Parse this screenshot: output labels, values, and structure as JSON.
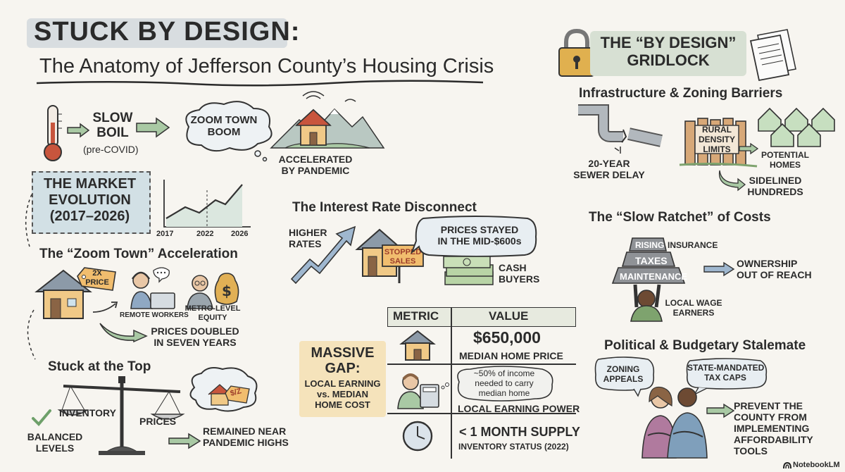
{
  "title": {
    "line1": "STUCK BY DESIGN:",
    "line2": "The Anatomy of Jefferson County’s Housing Crisis"
  },
  "intro": {
    "slow_boil": "SLOW\nBOIL",
    "pre_covid": "(pre-COVID)",
    "bubble": "ZOOM TOWN\nBOOM",
    "accelerated": "ACCELERATED\nBY PANDEMIC"
  },
  "market": {
    "box": "THE MARKET\nEVOLUTION\n(2017–2026)",
    "years": [
      "2017",
      "2022",
      "2026"
    ]
  },
  "zoom": {
    "heading": "The “Zoom Town” Acceleration",
    "tag": "2X\nPRICE",
    "remote": "REMOTE WORKERS",
    "equity": "METRO-LEVEL\nEQUITY",
    "doubled": "PRICES DOUBLED\nIN SEVEN YEARS"
  },
  "stuck": {
    "heading": "Stuck at the Top",
    "inventory": "INVENTORY",
    "prices": "PRICES",
    "balanced": "BALANCED\nLEVELS",
    "remained": "REMAINED NEAR\nPANDEMIC HIGHS",
    "tag": "$/Z"
  },
  "interest": {
    "heading": "The Interest Rate Disconnect",
    "higher": "HIGHER\nRATES",
    "sign": "STOPPED\nSALES",
    "bubble": "PRICES STAYED\nIN THE MID-$600s",
    "cash": "CASH\nBUYERS"
  },
  "gap": {
    "label": "MASSIVE\nGAP:",
    "sub": "LOCAL EARNING\nvs. MEDIAN\nHOME COST"
  },
  "table": {
    "col1": "METRIC",
    "col2": "VALUE",
    "row1_value": "$650,000",
    "row1_label": "MEDIAN HOME PRICE",
    "row2_bubble": "~50% of income\nneeded to carry\nmedian home",
    "row2_label": "LOCAL EARNING POWER",
    "row3_value": "< 1 MONTH SUPPLY",
    "row3_label": "INVENTORY STATUS (2022)"
  },
  "gridlock": {
    "banner": "THE “BY DESIGN”\nGRIDLOCK"
  },
  "infra": {
    "heading": "Infrastructure & Zoning Barriers",
    "sewer": "20-YEAR\nSEWER DELAY",
    "fence": "RURAL\nDENSITY\nLIMITS",
    "potential": "POTENTIAL\nHOMES",
    "sidelined": "SIDELINED\nHUNDREDS"
  },
  "ratchet": {
    "heading": "The “Slow Ratchet” of Costs",
    "rising": "RISING",
    "insurance": "INSURANCE",
    "taxes": "TAXES",
    "maintenance": "MAINTENANCE",
    "out_of_reach": "OWNERSHIP\nOUT OF REACH",
    "wage": "LOCAL WAGE\nEARNERS"
  },
  "political": {
    "heading": "Political & Budgetary Stalemate",
    "zoning": "ZONING\nAPPEALS",
    "caps": "STATE-MANDATED\nTAX CAPS",
    "prevent": "PREVENT THE\nCOUNTY FROM\nIMPLEMENTING\nAFFORDABILITY\nTOOLS"
  },
  "footer": "NotebookLM"
}
